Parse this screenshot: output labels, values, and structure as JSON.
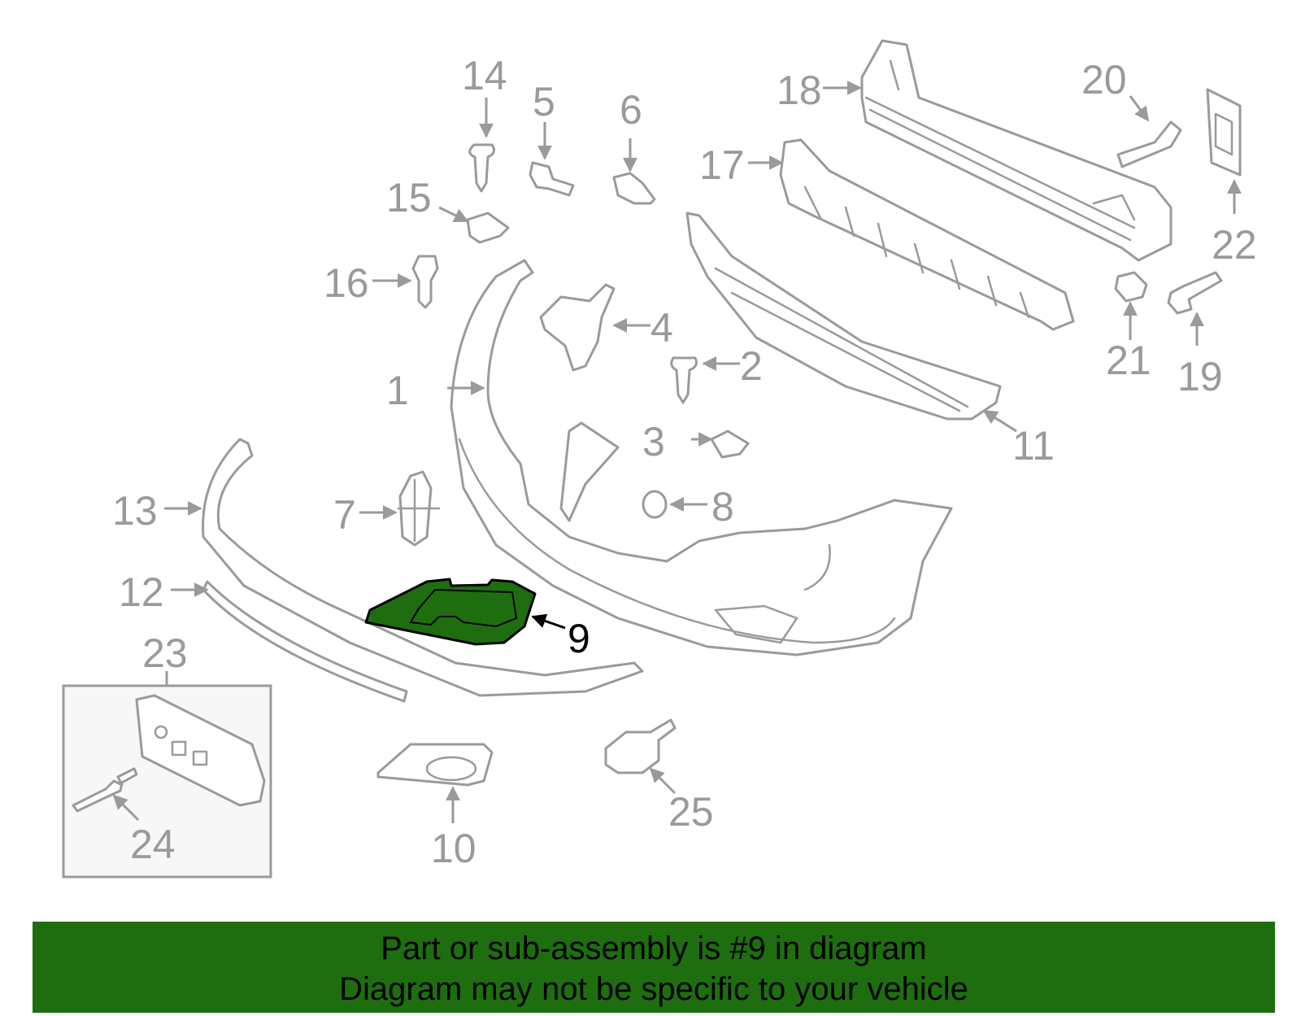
{
  "diagram": {
    "callouts": {
      "c1": "1",
      "c2": "2",
      "c3": "3",
      "c4": "4",
      "c5": "5",
      "c6": "6",
      "c7": "7",
      "c8": "8",
      "c9": "9",
      "c10": "10",
      "c11": "11",
      "c12": "12",
      "c13": "13",
      "c14": "14",
      "c15": "15",
      "c16": "16",
      "c17": "17",
      "c18": "18",
      "c19": "19",
      "c20": "20",
      "c21": "21",
      "c22": "22",
      "c23": "23",
      "c24": "24",
      "c25": "25"
    },
    "highlighted_part": "9",
    "colors": {
      "highlight": "#1e6e10",
      "line": "#9a9a9a",
      "banner": "#1e6e10"
    }
  },
  "banner": {
    "line1": "Part or sub-assembly is #9 in diagram",
    "line2": "Diagram may not be specific to your vehicle"
  }
}
